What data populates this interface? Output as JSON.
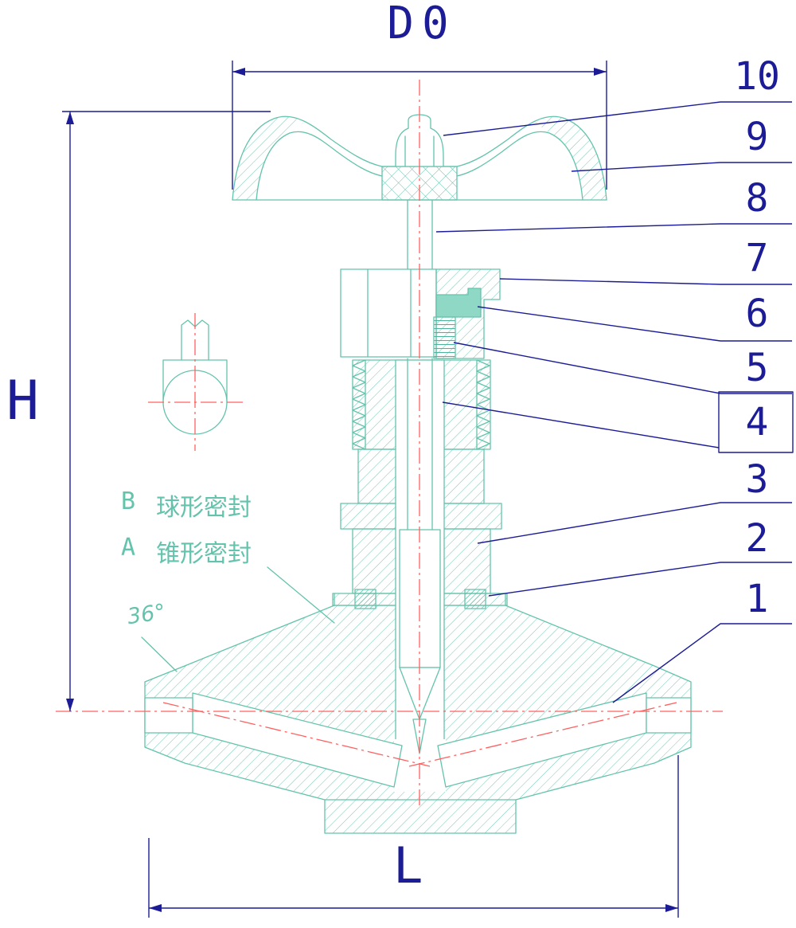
{
  "dimensions": {
    "top": "D0",
    "left": "H",
    "bottom": "L"
  },
  "parts": [
    "10",
    "9",
    "8",
    "7",
    "6",
    "5",
    "4",
    "3",
    "2",
    "1"
  ],
  "annotations": {
    "seal_b": {
      "key": "B",
      "label": "球形密封"
    },
    "seal_a": {
      "key": "A",
      "label": "锥形密封"
    },
    "angle": "36°"
  },
  "colors": {
    "dimension_ink": "#1c1c96",
    "line_ink": "#63c3ac",
    "centerline_ink": "#ff6060",
    "packing_fill": "#8fd8c6"
  }
}
